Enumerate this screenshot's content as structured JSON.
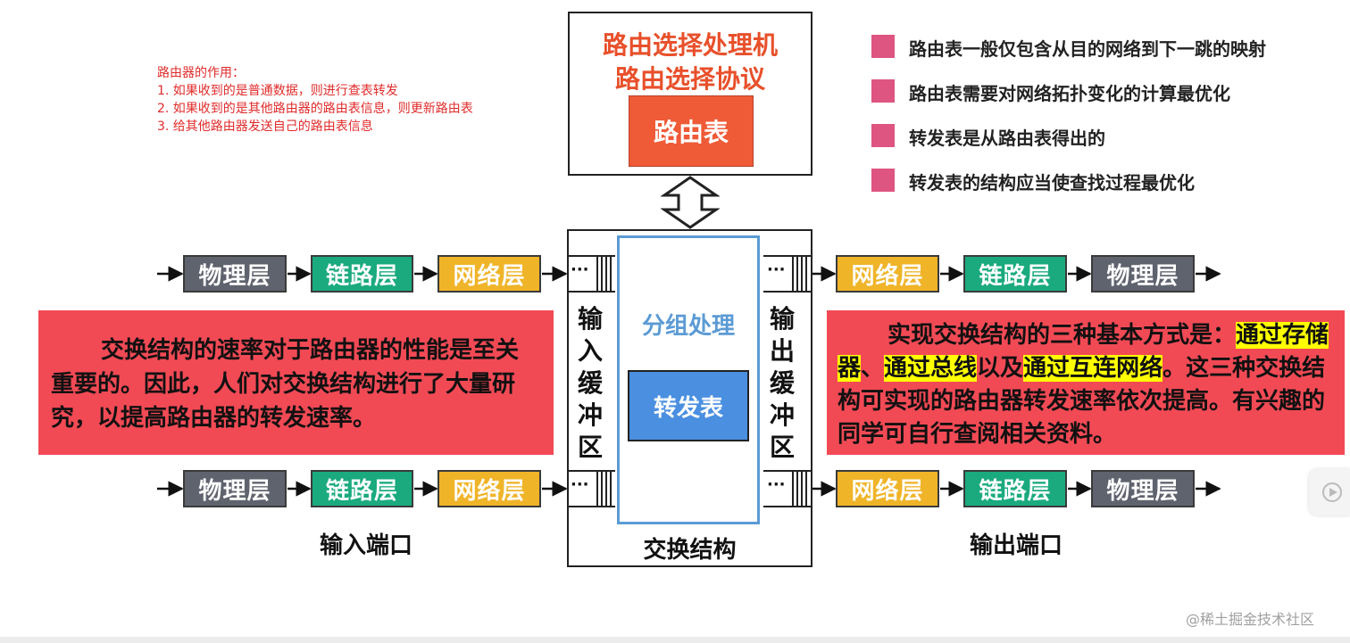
{
  "routing_processor": {
    "title_line1": "路由选择处理机",
    "title_line2": "路由选择协议",
    "routing_table": "路由表"
  },
  "router_functions": {
    "heading": "路由器的作用：",
    "items": [
      "1. 如果收到的是普通数据，则进行查表转发",
      "2. 如果收到的是其他路由器的路由表信息，则更新路由表",
      "3. 给其他路由器发送自己的路由表信息"
    ]
  },
  "notes": [
    "路由表一般仅包含从目的网络到下一跳的映射",
    "路由表需要对网络拓扑变化的计算最优化",
    "转发表是从路由表得出的",
    "转发表的结构应当使查找过程最优化"
  ],
  "layers": {
    "physical": "物理层",
    "link": "链路层",
    "network": "网络层"
  },
  "buffers": {
    "dots": "···",
    "input": [
      "输",
      "入",
      "缓",
      "冲",
      "区"
    ],
    "output": [
      "输",
      "出",
      "缓",
      "冲",
      "区"
    ]
  },
  "switch_fabric": {
    "packet_processing": "分组处理",
    "forwarding_table": "转发表",
    "label": "交换结构"
  },
  "ports": {
    "input": "输入端口",
    "output": "输出端口"
  },
  "left_callout": {
    "text": "交换结构的速率对于路由器的性能是至关重要的。因此，人们对交换结构进行了大量研究，以提高路由器的转发速率。"
  },
  "right_callout": {
    "intro": "实现交换结构的三种基本方式是：",
    "method1": "通过存储器",
    "sep1": "、",
    "method2": "通过总线",
    "sep2": "以及",
    "method3": "通过互连网络",
    "rest": "。这三种交换结构可实现的路由器转发速率依次提高。有兴趣的同学可自行查阅相关资料。"
  },
  "watermark": "@稀土掘金技术社区",
  "colors": {
    "red_title": "#e8502b",
    "routing_table_bg": "#ef5a37",
    "callout_bg": "#f24a55",
    "note_bullet": "#dd5580",
    "fabric_border": "#5b9bd5",
    "forwarding_bg": "#4a8fe0",
    "physical": "#5f636e",
    "link": "#1aaa7e",
    "network": "#f0b429",
    "highlight": "#ffff00"
  }
}
